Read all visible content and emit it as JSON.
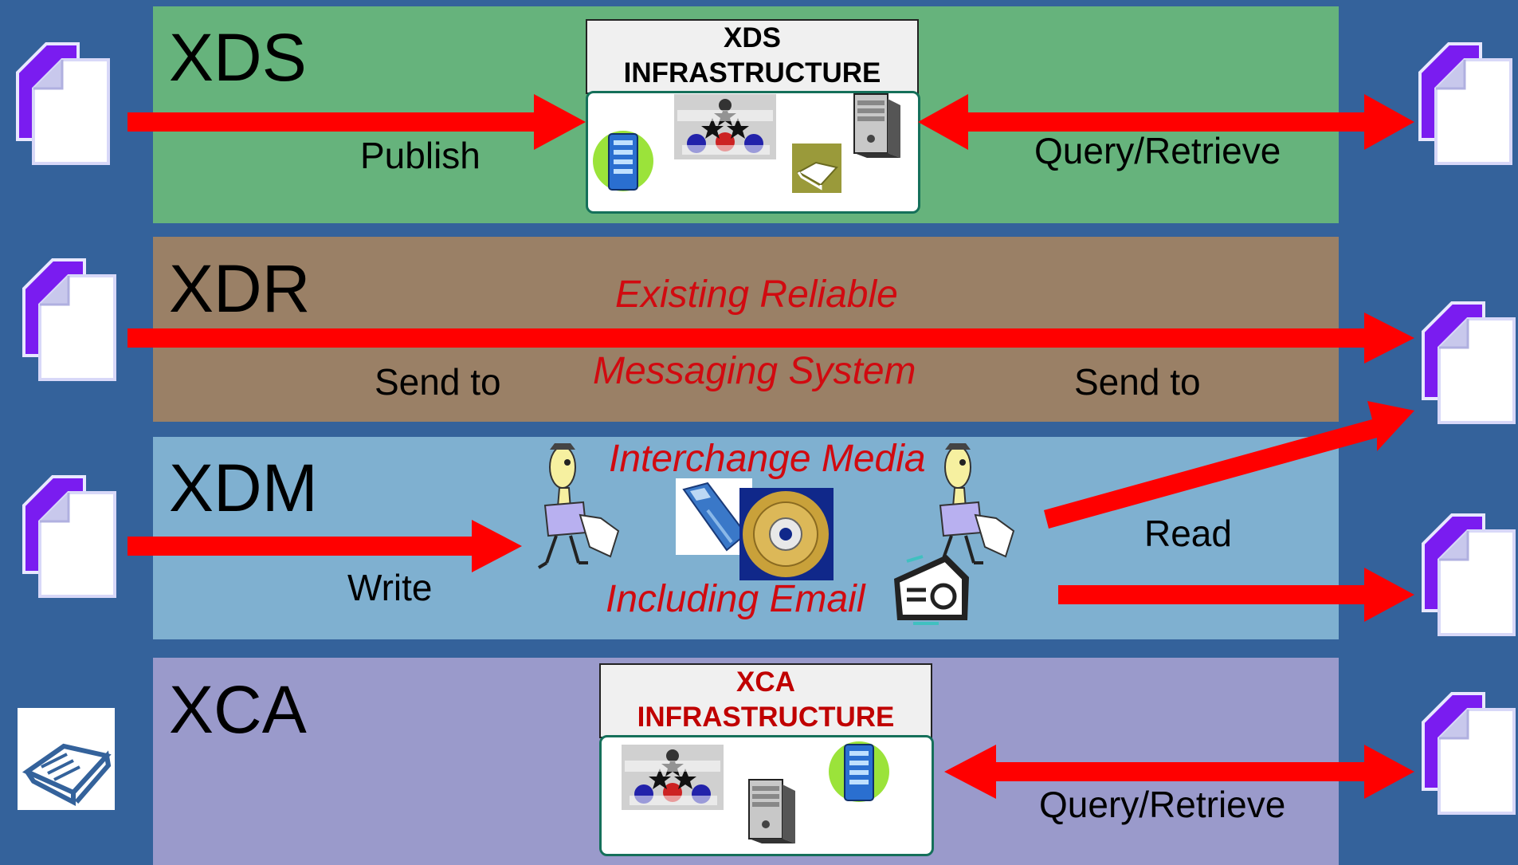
{
  "bands": {
    "xds": {
      "title": "XDS",
      "publish_label": "Publish",
      "query_label": "Query/Retrieve",
      "infra_line1": "XDS",
      "infra_line2": "INFRASTRUCTURE"
    },
    "xdr": {
      "title": "XDR",
      "messaging_line1": "Existing Reliable",
      "messaging_line2": "Messaging System",
      "send_left": "Send to",
      "send_right": "Send to"
    },
    "xdm": {
      "title": "XDM",
      "media_line1": "Interchange Media",
      "media_line2": "Including Email",
      "write_label": "Write",
      "read_label": "Read"
    },
    "xca": {
      "title": "XCA",
      "query_label": "Query/Retrieve",
      "infra_line1": "XCA",
      "infra_line2": "INFRASTRUCTURE"
    }
  },
  "colors": {
    "arrow": "#ff0000",
    "xds_band": "#66b37c",
    "xdr_band": "#9a8066",
    "xdm_band": "#7fb0d0",
    "xca_band": "#9a9acb",
    "document_fold": "#7a1cf0",
    "xca_infra_text": "#c00000"
  }
}
